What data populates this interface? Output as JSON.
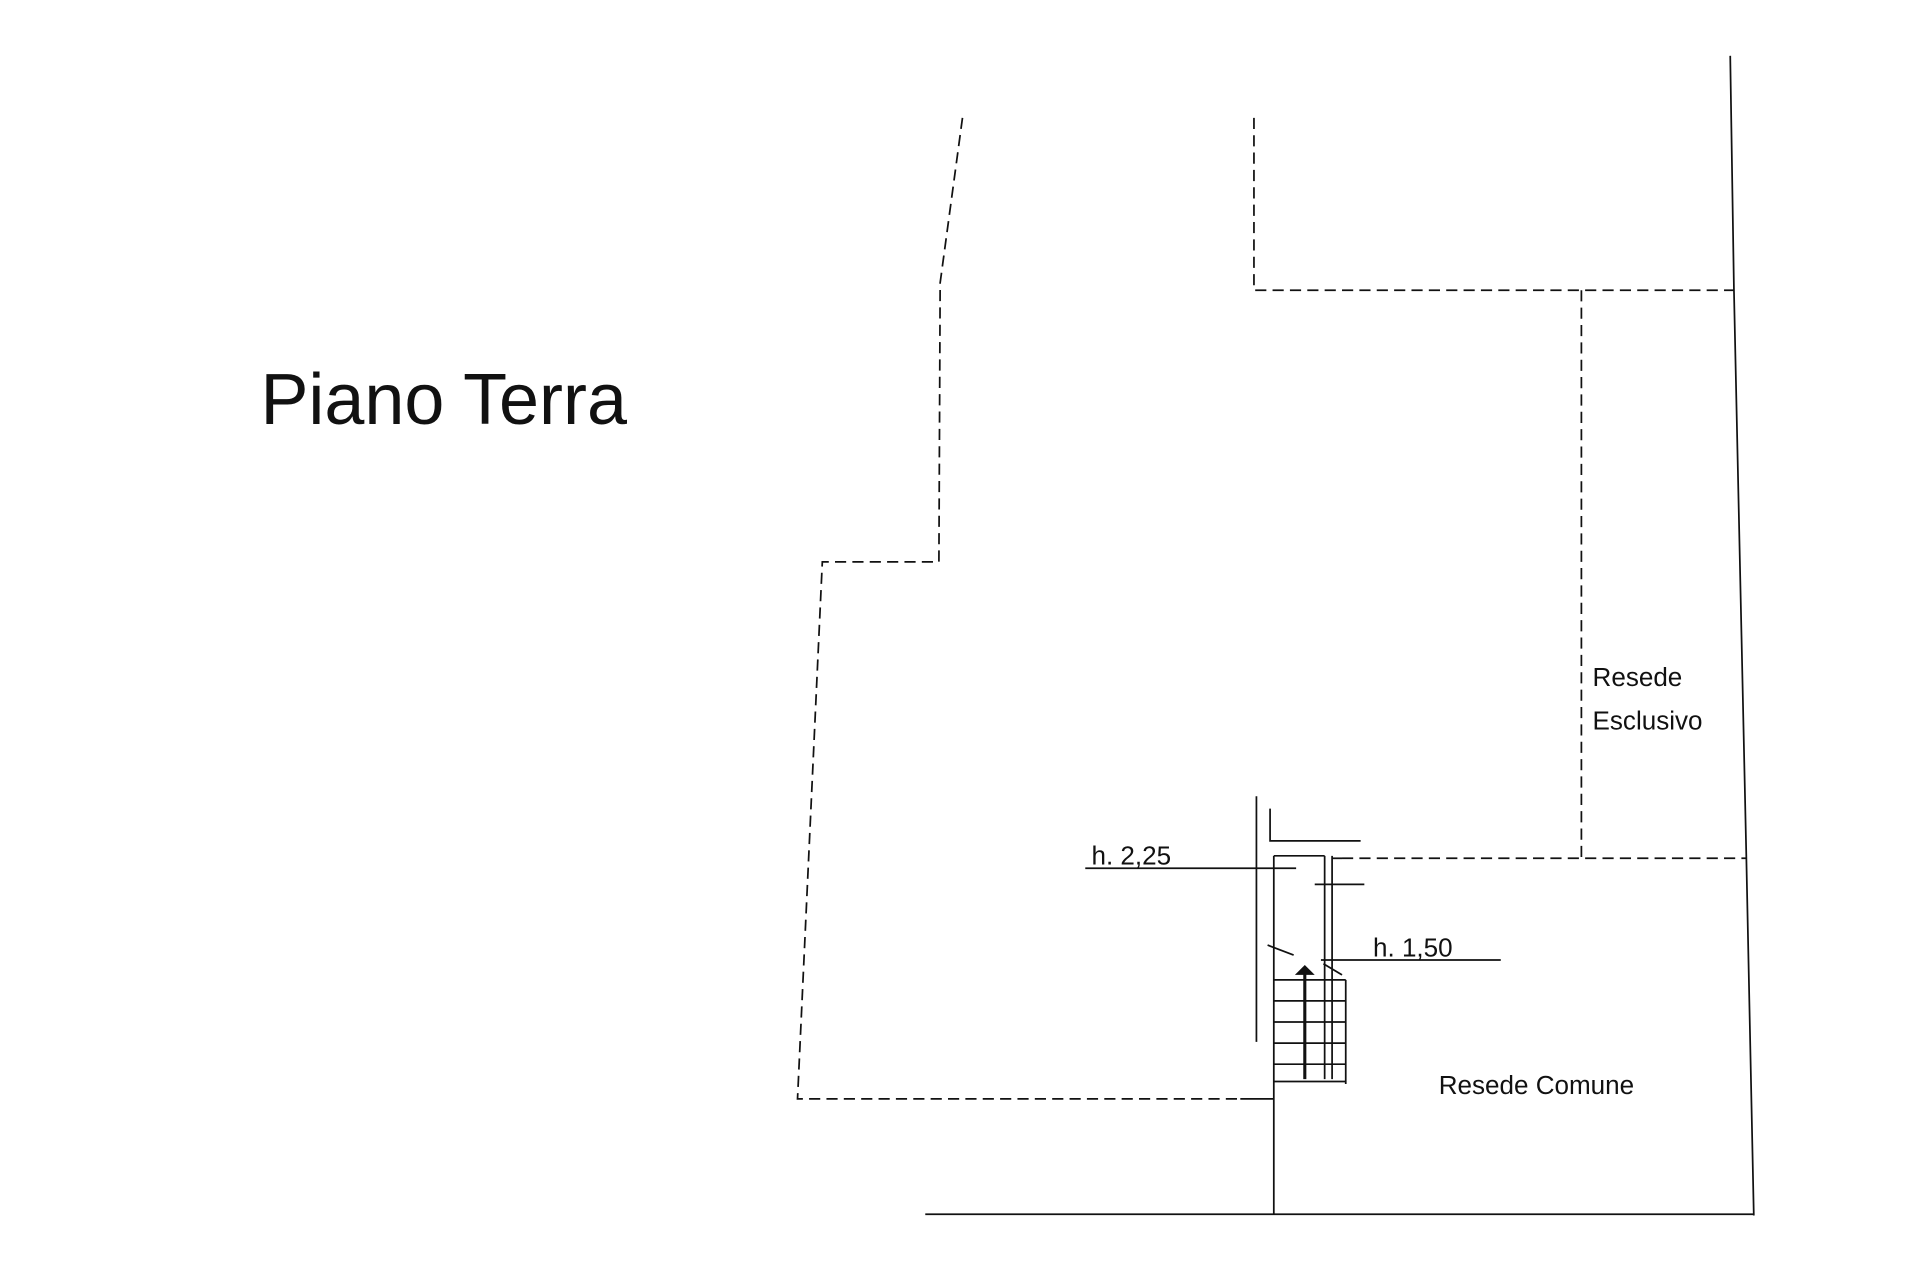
{
  "title": "Piano Terra",
  "labels": {
    "resede_esclusivo_line1": "Resede",
    "resede_esclusivo_line2": "Esclusivo",
    "resede_comune": "Resede Comune",
    "height_225": "h. 2,25",
    "height_150": "h. 1,50"
  }
}
